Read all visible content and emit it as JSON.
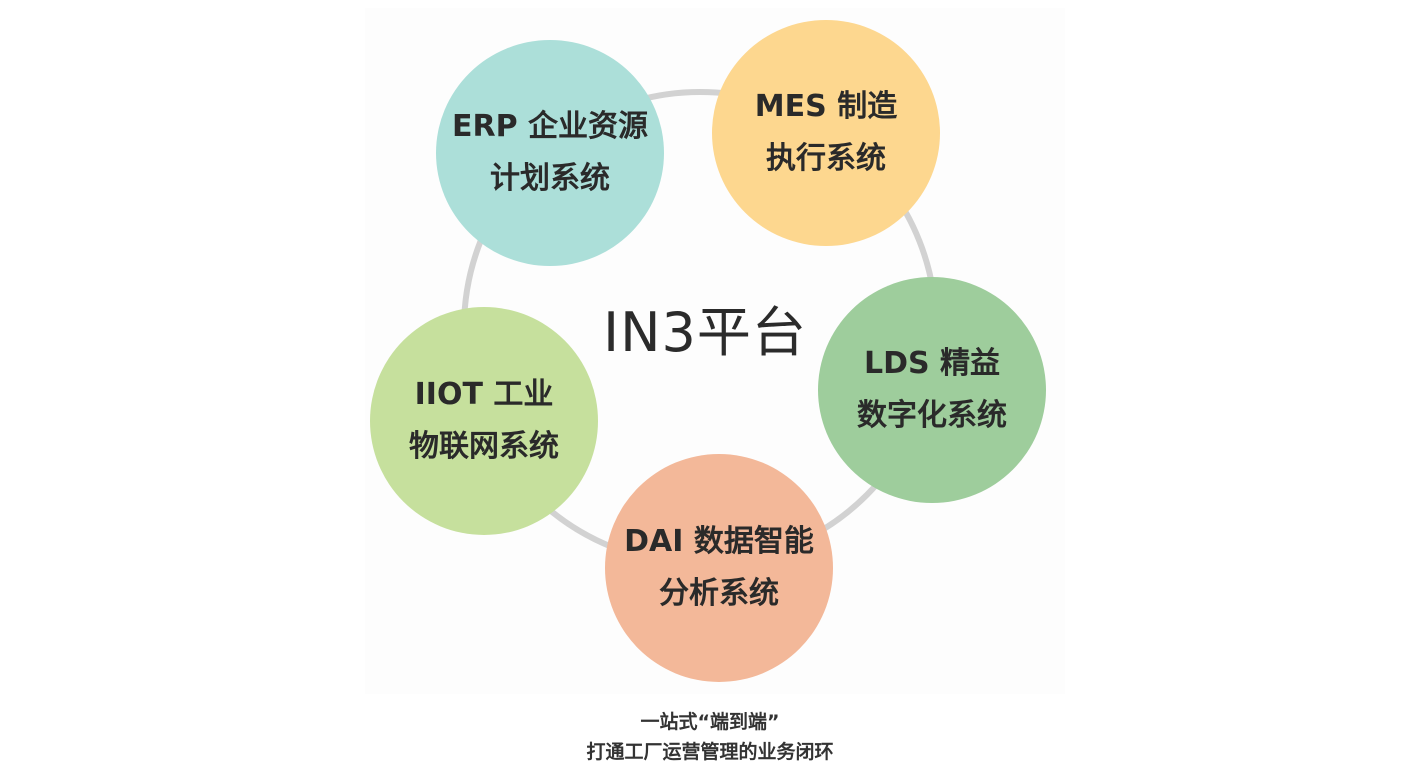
{
  "diagram": {
    "center_title": "IN3平台",
    "nodes": [
      {
        "id": "erp",
        "line1": "ERP 企业资源",
        "line2": "计划系统",
        "color": "#acdfd9"
      },
      {
        "id": "mes",
        "line1": "MES 制造",
        "line2": "执行系统",
        "color": "#fdd78f"
      },
      {
        "id": "lds",
        "line1": "LDS 精益",
        "line2": "数字化系统",
        "color": "#9ecd9c"
      },
      {
        "id": "dai",
        "line1": "DAI 数据智能",
        "line2": "分析系统",
        "color": "#f3b899"
      },
      {
        "id": "iiot",
        "line1": "IIOT 工业",
        "line2": "物联网系统",
        "color": "#c6e09d"
      }
    ],
    "ring_color": "#d2d2d2"
  },
  "caption": {
    "line1": "一站式“端到端”",
    "line2": "打通工厂运营管理的业务闭环"
  }
}
